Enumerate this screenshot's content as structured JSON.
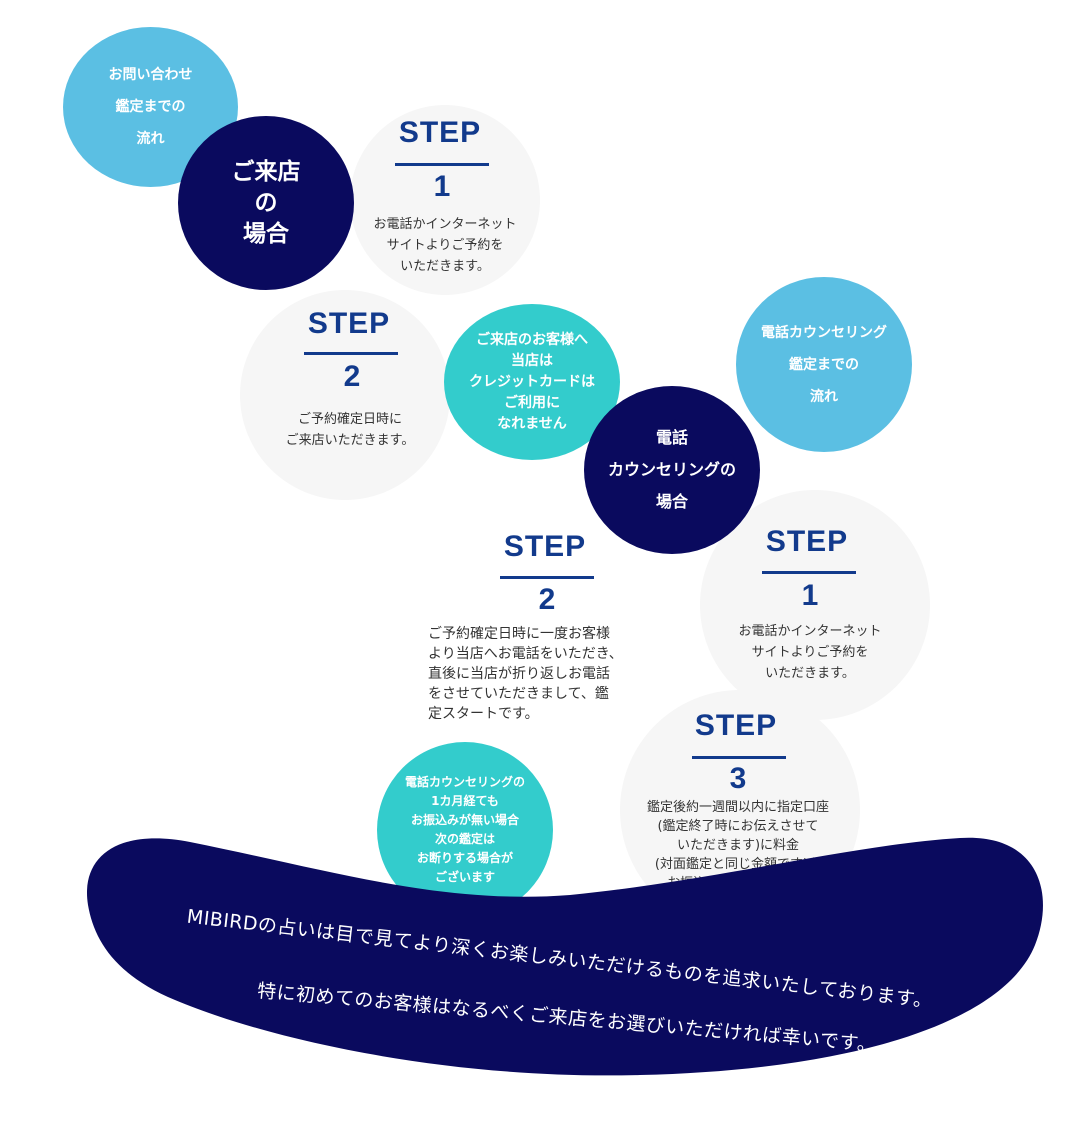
{
  "colors": {
    "light_blue": "#5bbfe3",
    "navy": "#0a0a5e",
    "teal": "#33cccc",
    "step_blue": "#123a8c",
    "banner": "#0a0a5e"
  },
  "visit": {
    "flow_label": "お問い合わせ\n鑑定までの\n流れ",
    "case_title": "ご来店\nの\n場合",
    "step1": {
      "label": "STEP",
      "number": "1",
      "text": "お電話かインターネット\nサイトよりご予約を\nいただきます。"
    },
    "step2": {
      "label": "STEP",
      "number": "2",
      "text": "ご予約確定日時に\nご来店いただきます。"
    },
    "notice": "ご来店のお客様へ\n当店は\nクレジットカードは\nご利用に\nなれません"
  },
  "phone": {
    "flow_label": "電話カウンセリング\n鑑定までの\n流れ",
    "case_title": "電話\nカウンセリングの\n場合",
    "step1": {
      "label": "STEP",
      "number": "1",
      "text": "お電話かインターネット\nサイトよりご予約を\nいただきます。"
    },
    "step2": {
      "label": "STEP",
      "number": "2",
      "text": "ご予約確定日時に一度お客様\nより当店へお電話をいただき、\n直後に当店が折り返しお電話\nをさせていただきまして、鑑\n定スタートです。"
    },
    "step3": {
      "label": "STEP",
      "number": "3",
      "text": "鑑定後約一週間以内に指定口座\n(鑑定終了時にお伝えさせて\nいただきます)に料金\n(対面鑑定と同じ金額です)を\nお振込みいただきます。"
    },
    "notice": "電話カウンセリングの\n1カ月経ても\nお振込みが無い場合\n次の鑑定は\nお断りする場合が\nございます"
  },
  "banner": {
    "line1": "MIBIRDの占いは目で見てより深くお楽しみいただけるものを追求いたしております。",
    "line2": "特に初めてのお客様はなるべくご来店をお選びいただければ幸いです。"
  }
}
